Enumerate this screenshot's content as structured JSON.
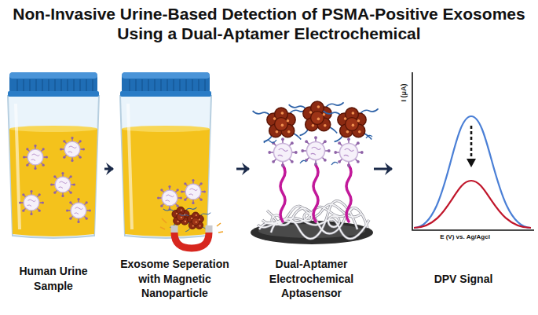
{
  "diagram": {
    "title": "Non-Invasive Urine-Based Detection of PSMA-Positive Exosomes Using a Dual-Aptamer Electrochemical",
    "nodes": [
      {
        "text": [
          "Human Urine Sample"
        ]
      },
      {
        "text": [
          "Exosome Seperation with Magnetic Nanoparticle"
        ]
      },
      {
        "text": [
          "Dual-Aptamer Electrochemical Aptasensor"
        ]
      },
      {
        "text": [
          "DPV Signal"
        ]
      }
    ],
    "edges": [
      {
        "from": 0,
        "to": 1,
        "arrow": "to"
      },
      {
        "from": 1,
        "to": 2,
        "arrow": "to"
      },
      {
        "from": 2,
        "to": 3,
        "arrow": "to"
      }
    ],
    "labels": [
      "I (μA)",
      "E (V) vs. Ag/Agcl"
    ]
  }
}
